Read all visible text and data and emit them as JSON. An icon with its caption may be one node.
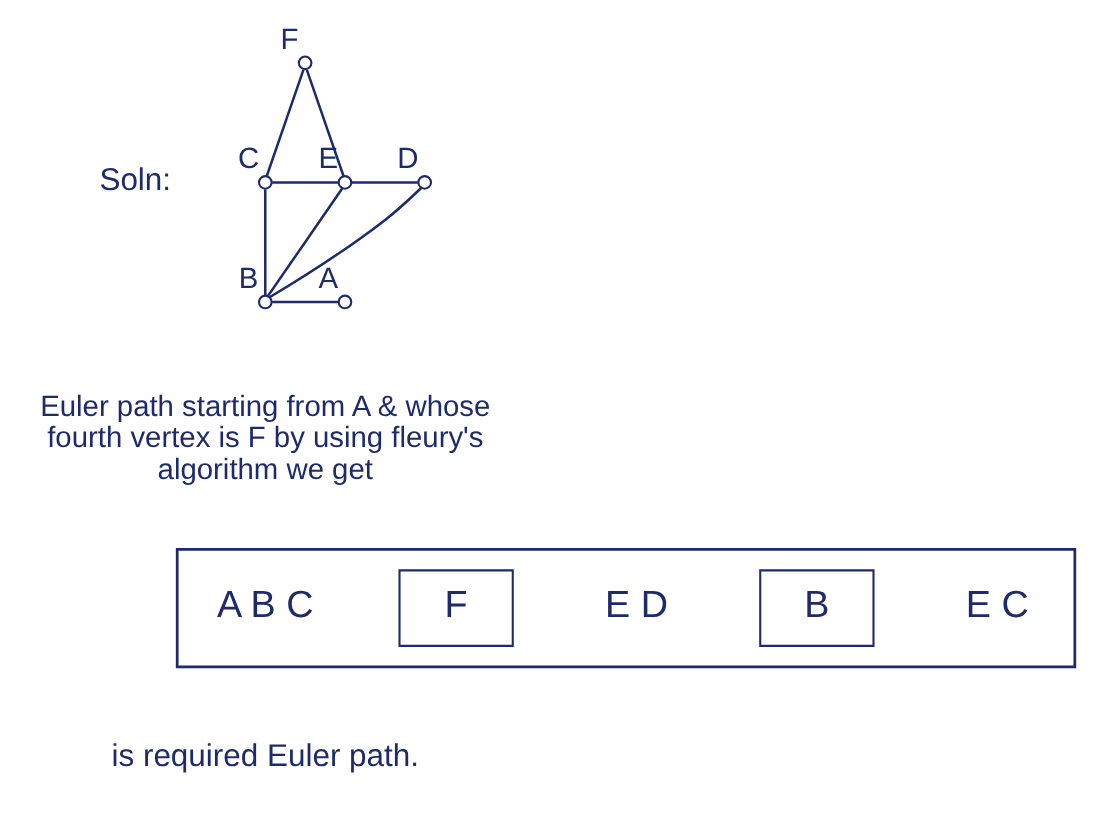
{
  "diagram": {
    "nodes": [
      {
        "text": [],
        "shape": "circle",
        "beside": [
          "F"
        ]
      },
      {
        "text": [],
        "shape": "circle",
        "beside": [
          "C"
        ]
      },
      {
        "text": [],
        "shape": "circle",
        "beside": [
          "E"
        ]
      },
      {
        "text": [],
        "shape": "circle",
        "beside": [
          "D"
        ]
      },
      {
        "text": [],
        "shape": "circle",
        "beside": [
          "B"
        ]
      },
      {
        "text": [],
        "shape": "circle",
        "beside": [
          "A"
        ]
      },
      {
        "text": [
          "A B C",
          "E D",
          "E C"
        ]
      },
      {
        "text": [
          "F"
        ],
        "in": 6
      },
      {
        "text": [
          "B"
        ],
        "in": 6
      }
    ],
    "edges": [
      {
        "from": 0,
        "to": 1,
        "arrow": "none"
      },
      {
        "from": 0,
        "to": 2,
        "arrow": "none"
      },
      {
        "from": 1,
        "to": 2,
        "arrow": "none"
      },
      {
        "from": 2,
        "to": 3,
        "arrow": "none"
      },
      {
        "from": 1,
        "to": 4,
        "arrow": "none"
      },
      {
        "from": 2,
        "to": 4,
        "arrow": "none"
      },
      {
        "from": 3,
        "to": 4,
        "arrow": "none"
      },
      {
        "from": 4,
        "to": 5,
        "arrow": "none"
      }
    ],
    "labels": [
      "Soln:",
      "Euler path starting from A & whose fourth vertex is F by using fleury's algorithm we get",
      "is required Euler path."
    ]
  }
}
